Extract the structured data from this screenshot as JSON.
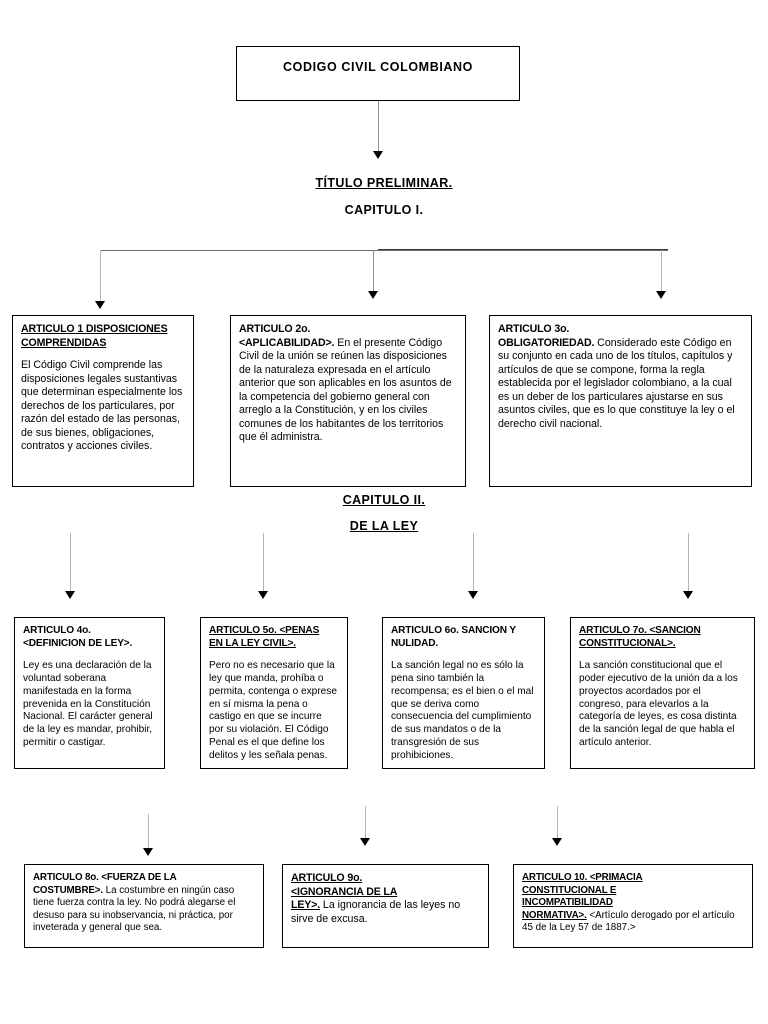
{
  "document": {
    "root_title": "CODIGO CIVIL COLOMBIANO",
    "titulo_preliminar": "TÍTULO PRELIMINAR.",
    "capitulo_1": "CAPITULO I.",
    "capitulo_2": "CAPITULO II.",
    "capitulo_2_subtitle": "DE LA LEY"
  },
  "colors": {
    "box_border": "#000000",
    "connector": "#6b6b6b",
    "connector_light": "#b5b5b5",
    "arrow": "#000000",
    "background": "#ffffff",
    "text": "#000000"
  },
  "articles": {
    "art1": {
      "title_line1": "ARTICULO 1 DISPOSICIONES",
      "title_line2": "COMPRENDIDAS",
      "body": " El Código Civil comprende las disposiciones legales sustantivas que determinan especialmente los derechos de los particulares, por razón del estado de las personas, de sus bienes, obligaciones, contratos y acciones civiles."
    },
    "art2": {
      "title_line1": "ARTICULO 2o.",
      "title_line2": "<APLICABILIDAD>.",
      "body": " En el presente Código Civil de la unión se reúnen las disposiciones de la naturaleza expresada en el artículo anterior que son aplicables en los asuntos de la competencia del gobierno general con arreglo a la Constitución, y en los civiles comunes de los habitantes de los territorios que él administra."
    },
    "art3": {
      "title_line1": "ARTICULO 3o.",
      "title_line2": "OBLIGATORIEDAD.",
      "body": " Considerado este Código en su conjunto en cada uno de los títulos, capítulos y artículos de que se compone, forma la regla establecida por el legislador colombiano, a la cual es un deber de los particulares ajustarse en sus asuntos civiles, que es lo que constituye la ley o el derecho civil nacional."
    },
    "art4": {
      "title_line1": "ARTICULO 4o.",
      "title_line2": "<DEFINICION DE LEY>.",
      "body": " Ley es una declaración de la voluntad soberana manifestada en la forma prevenida en la Constitución Nacional. El carácter general de la ley es mandar, prohibir, permitir o castigar."
    },
    "art5": {
      "title_line1": "ARTICULO 5o. <PENAS",
      "title_line2": "EN LA LEY CIVIL>.",
      "body": "Pero no es necesario que la ley que manda, prohíba o permita, contenga o exprese en sí misma la pena o castigo en que se incurre por su violación. El Código Penal es el que define los delitos y les señala penas."
    },
    "art6": {
      "title_line1": "ARTICULO 6o. SANCION Y",
      "title_line2": "NULIDAD.",
      "body": " La sanción legal no es sólo la pena sino también la recompensa; es el bien o el mal que se deriva como consecuencia del cumplimiento de sus mandatos o de la transgresión de sus prohibiciones."
    },
    "art7": {
      "title_line1": "ARTICULO 7o. <SANCION",
      "title_line2": "CONSTITUCIONAL>.",
      "body": "La sanción constitucional que el poder ejecutivo de la unión da a los proyectos acordados por el congreso, para elevarlos a la categoría de leyes, es cosa distinta de la sanción legal de que habla el artículo anterior."
    },
    "art8": {
      "title_line1": "ARTICULO 8o. <FUERZA DE LA",
      "title_line2": "COSTUMBRE>.",
      "body": " La costumbre en ningún caso tiene fuerza contra la ley. No podrá alegarse el desuso para su inobservancia, ni práctica, por inveterada y general que sea."
    },
    "art9": {
      "title_line1": "ARTICULO 9o.",
      "title_line2": "<IGNORANCIA DE LA",
      "title_line3": "LEY>.",
      "body": " La ignorancia de las leyes no sirve de excusa."
    },
    "art10": {
      "title_line1": "ARTICULO 10. <PRIMACIA",
      "title_line2": "CONSTITUCIONAL E",
      "title_line3": "INCOMPATIBILIDAD",
      "title_line4": "NORMATIVA>.",
      "body": " <Artículo derogado por el artículo 45 de la Ley 57 de 1887.>"
    }
  }
}
